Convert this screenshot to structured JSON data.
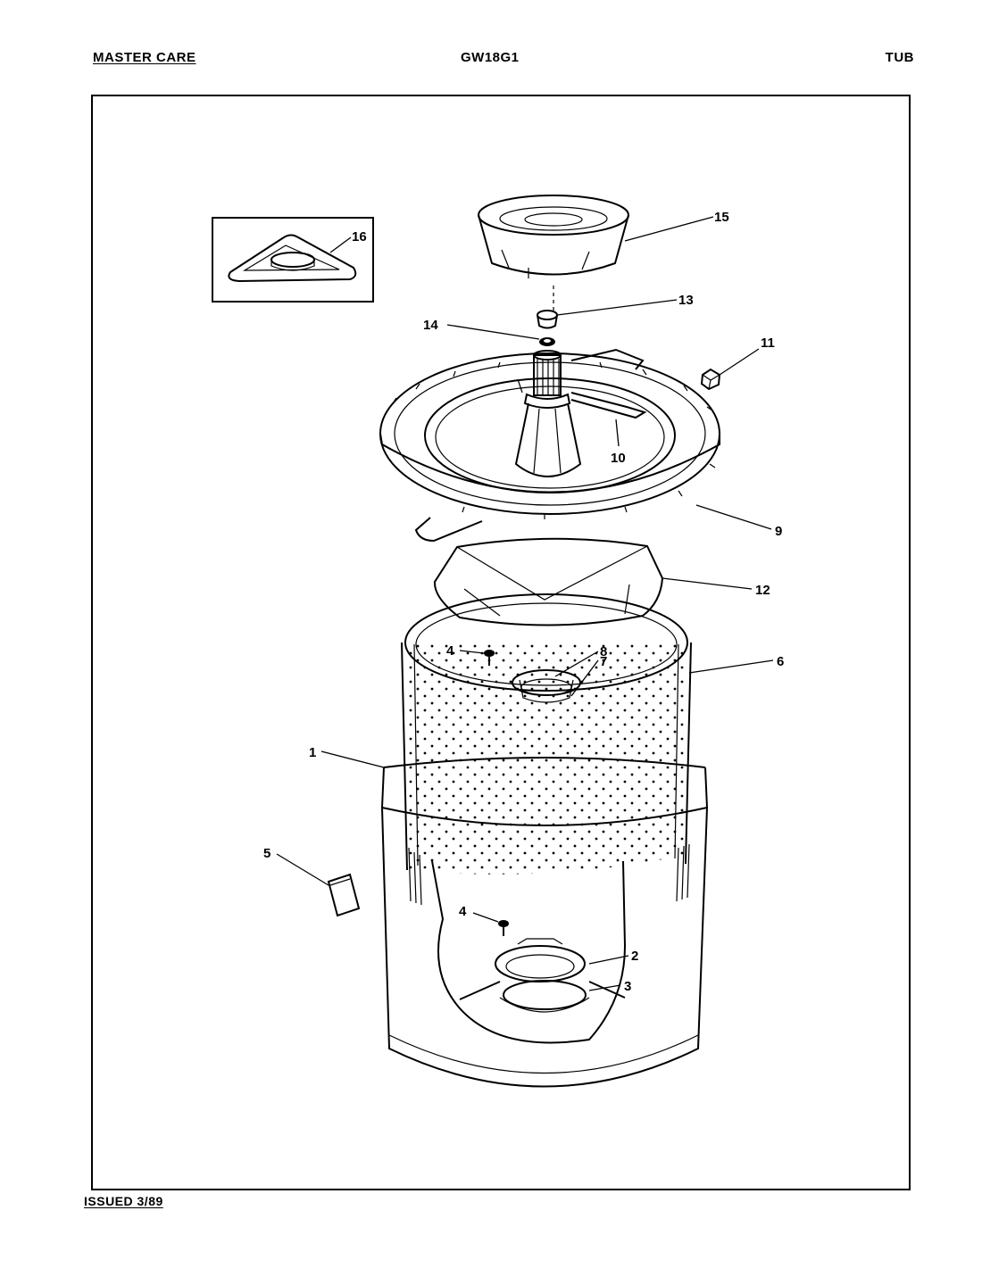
{
  "header": {
    "left": "MASTER CARE",
    "center": "GW18G1",
    "right": "TUB"
  },
  "footer": "ISSUED 3/89",
  "callouts": {
    "c1": "1",
    "c2": "2",
    "c3": "3",
    "c4a": "4",
    "c4b": "4",
    "c5": "5",
    "c6": "6",
    "c7": "7",
    "c8": "8",
    "c9": "9",
    "c10": "10",
    "c11": "11",
    "c12": "12",
    "c13": "13",
    "c14": "14",
    "c15": "15",
    "c16": "16"
  }
}
